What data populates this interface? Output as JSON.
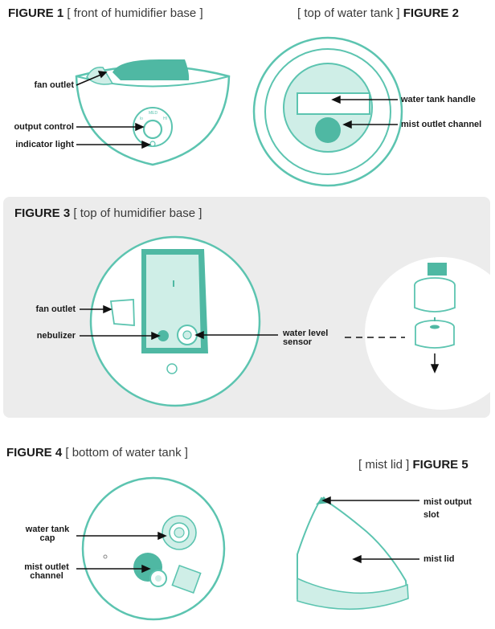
{
  "figures": [
    {
      "number": "FIGURE 1",
      "caption": "[ front of humidifier base ]",
      "labels": {
        "fan_outlet": "fan outlet",
        "output_control": "output control",
        "indicator_light": "indicator light"
      },
      "dial": {
        "lo": "lo",
        "med": "MED",
        "hi": "HI"
      }
    },
    {
      "number": "FIGURE 2",
      "caption": "[ top of water tank ]",
      "labels": {
        "water_tank_handle": "water tank handle",
        "mist_outlet_channel": "mist outlet channel"
      }
    },
    {
      "number": "FIGURE 3",
      "caption": "[ top of humidifier base ]",
      "labels": {
        "fan_outlet": "fan outlet",
        "nebulizer": "nebulizer",
        "water_level_sensor_line1": "water level",
        "water_level_sensor_line2": "sensor"
      }
    },
    {
      "number": "FIGURE 4",
      "caption": "[ bottom of water tank ]",
      "labels": {
        "water_tank_cap_line1": "water tank",
        "water_tank_cap_line2": "cap",
        "mist_outlet_channel_line1": "mist outlet",
        "mist_outlet_channel_line2": "channel"
      }
    },
    {
      "number": "FIGURE 5",
      "caption": "[ mist lid ]",
      "labels": {
        "mist_output_slot_line1": "mist output",
        "mist_output_slot_line2": "slot",
        "mist_lid": "mist lid"
      }
    }
  ],
  "colors": {
    "teal_line": "#5cc4b0",
    "teal_fill": "#4fb8a3",
    "teal_light": "#cfeee7",
    "teal_dark": "#2a8f7c",
    "panel_bg": "#ececec"
  }
}
